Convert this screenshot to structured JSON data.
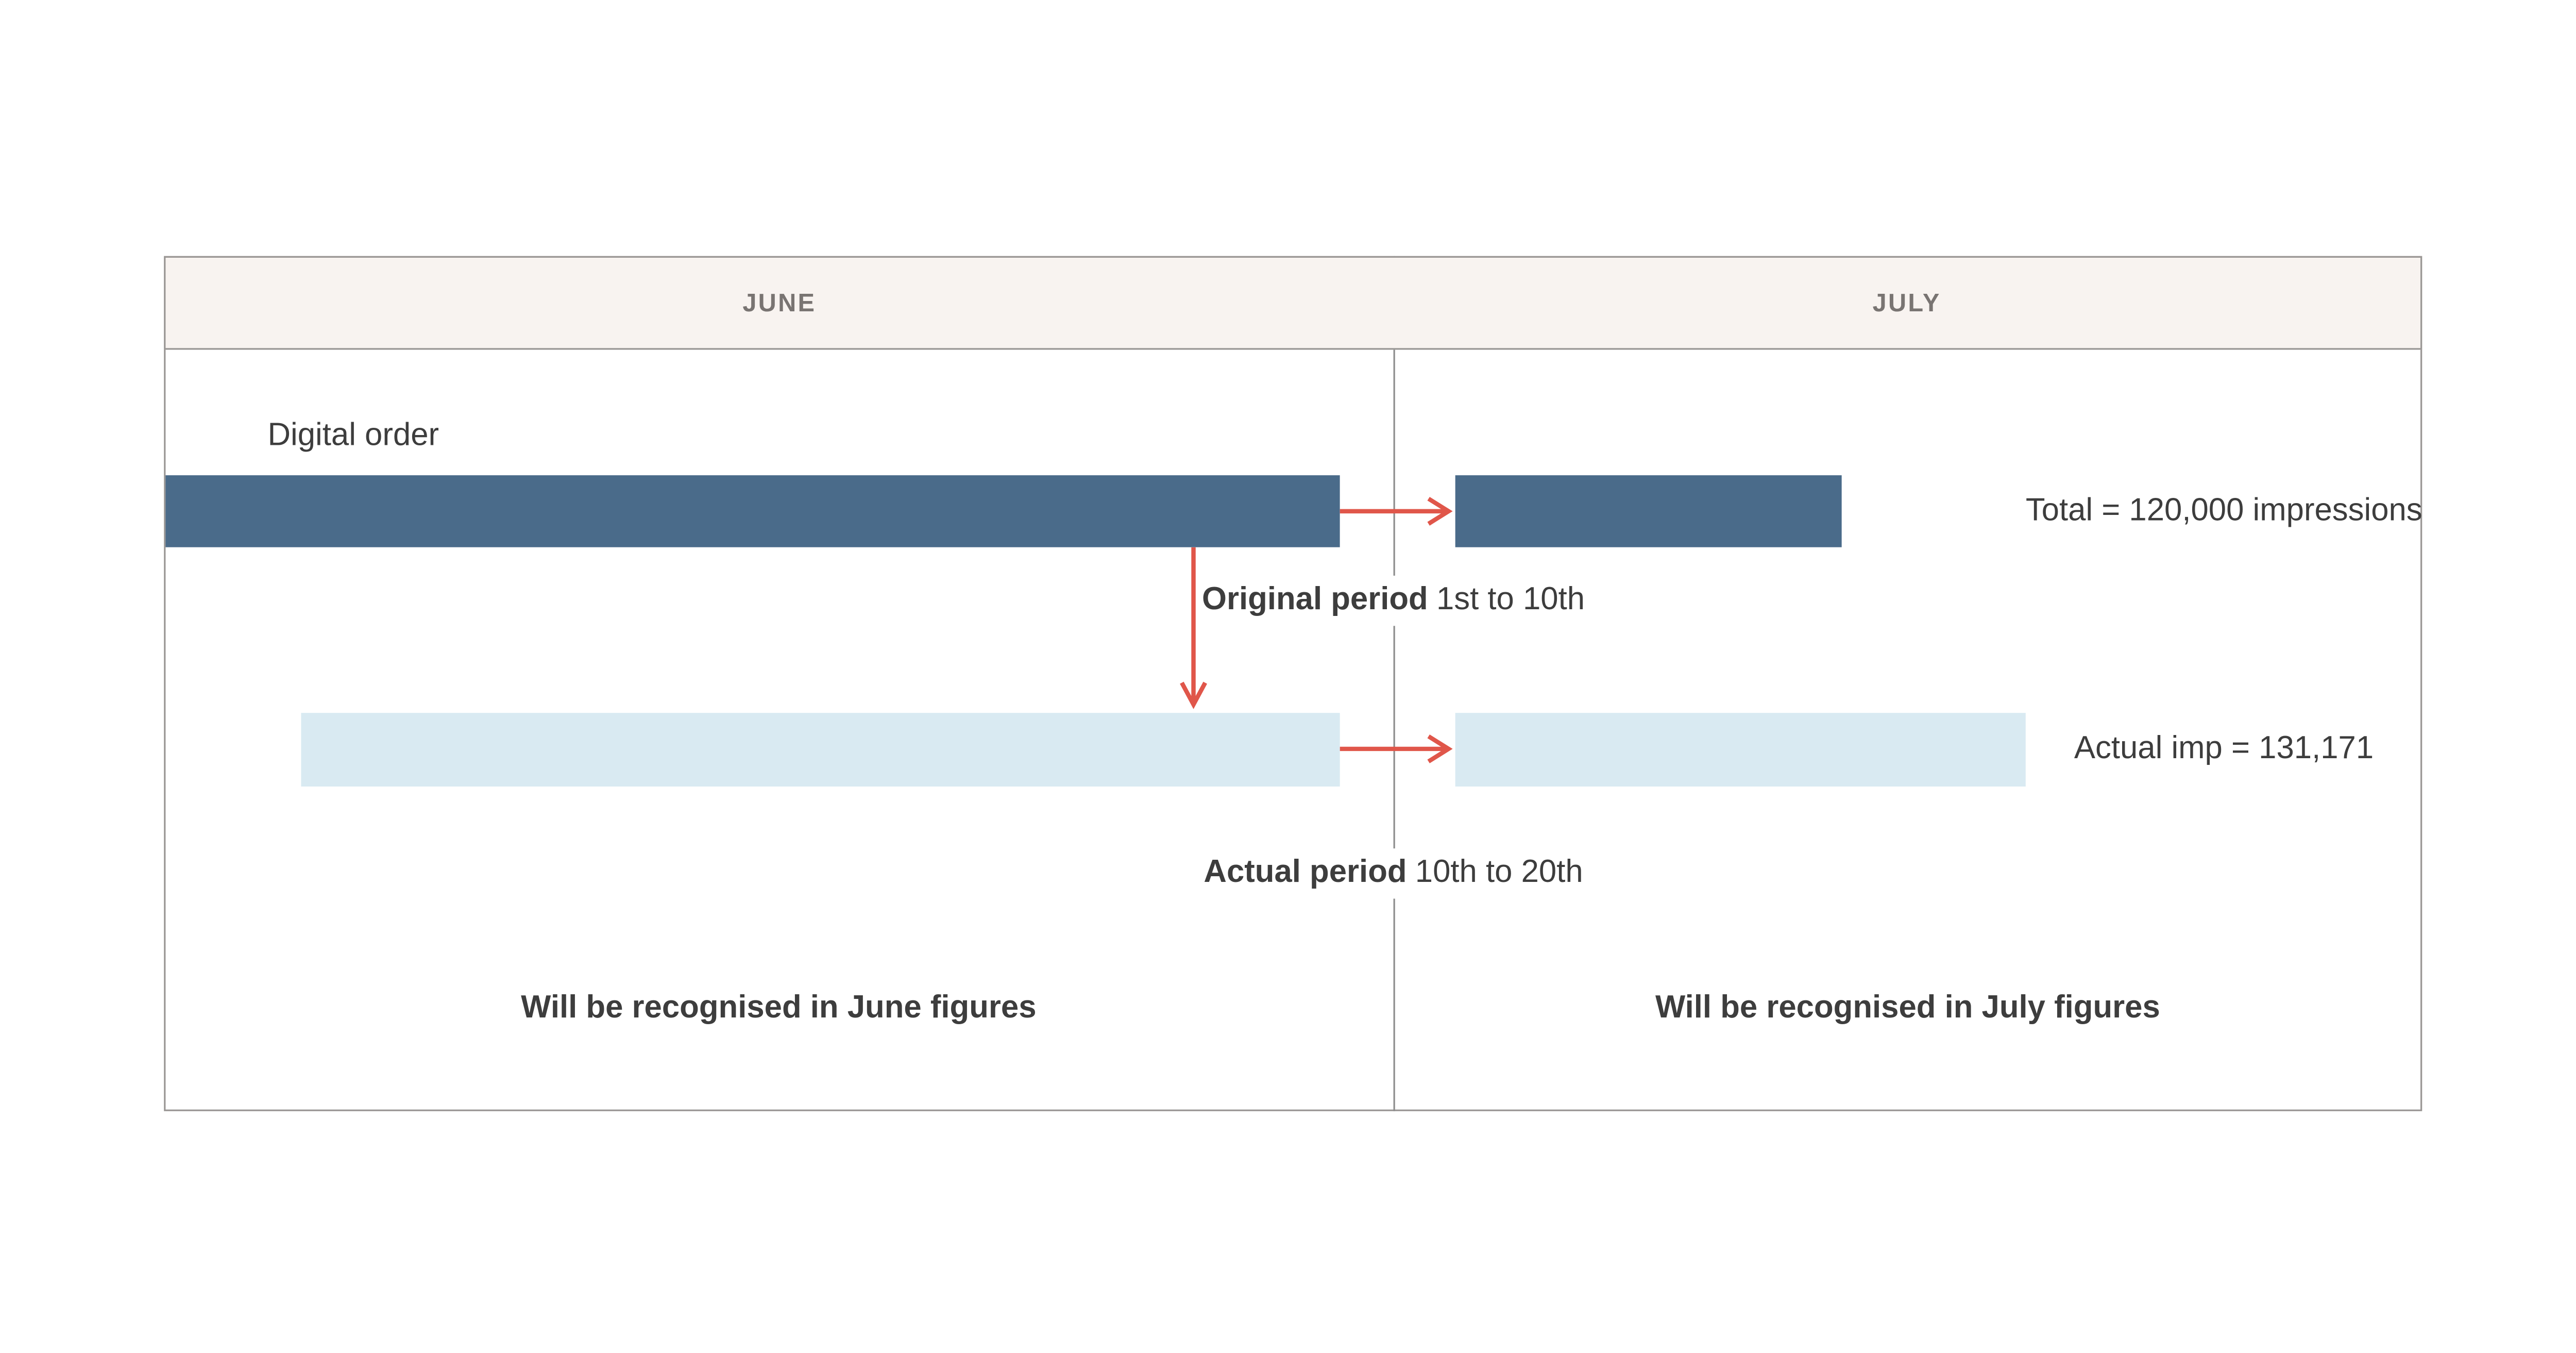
{
  "table": {
    "columns": [
      {
        "label": "JUNE",
        "footer": "Will be recognised in June figures"
      },
      {
        "label": "JULY",
        "footer": "Will be recognised in July figures"
      }
    ]
  },
  "order": {
    "label": "Digital order",
    "original": {
      "period_bold": "Original period",
      "period_dates": "1st to 10th",
      "total": "Total = 120,000 impressions"
    },
    "actual": {
      "period_bold": "Actual period",
      "period_dates": "10th to 20th",
      "total": "Actual imp = 131,171"
    }
  },
  "icons": {
    "right_arrow": "arrow-right",
    "down_arrow": "arrow-down"
  },
  "colors": {
    "dark_bar": "#4a6b8a",
    "light_bar": "#d9eaf2",
    "arrow": "#e0564a",
    "header_bg": "#f8f3f0",
    "border": "#9a9795",
    "divider": "#8f8f8f",
    "text": "#3d3d3d",
    "header_text": "#797472"
  }
}
